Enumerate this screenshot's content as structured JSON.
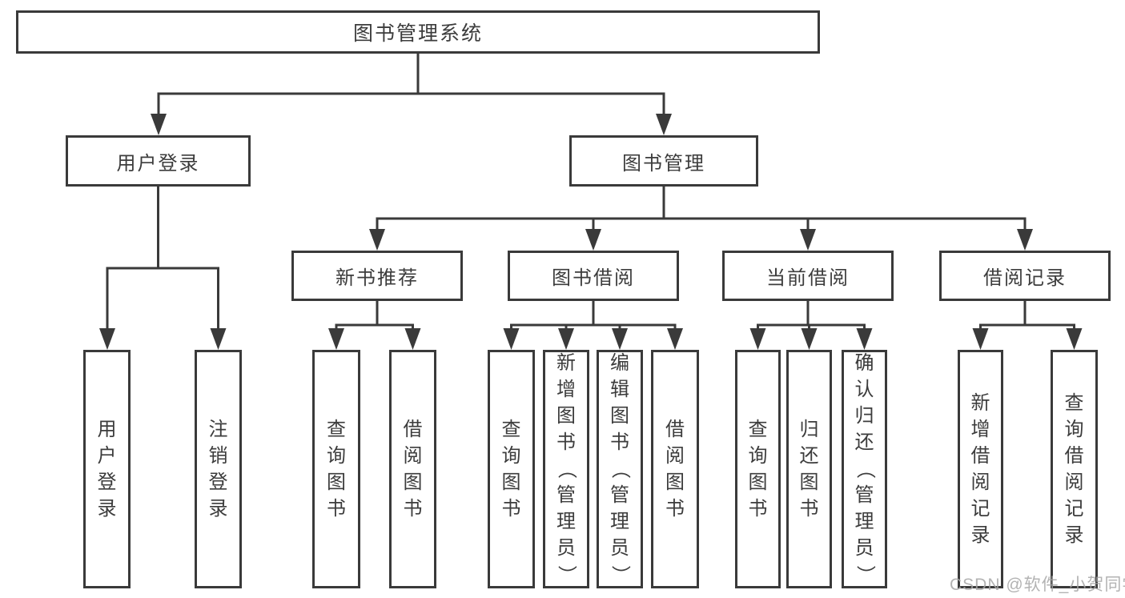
{
  "diagram_type": "hierarchy-tree",
  "colors": {
    "line": "#3a3a3a",
    "text": "#3c3c3c",
    "background": "#ffffff",
    "watermark": "#a6a6a6"
  },
  "watermark": "CSDN @软件_小贺同学",
  "tree": {
    "label": "图书管理系统",
    "children": [
      {
        "label": "用户登录",
        "children": [
          {
            "label": "用户登录"
          },
          {
            "label": "注销登录"
          }
        ]
      },
      {
        "label": "图书管理",
        "children": [
          {
            "label": "新书推荐",
            "children": [
              {
                "label": "查询图书"
              },
              {
                "label": "借阅图书"
              }
            ]
          },
          {
            "label": "图书借阅",
            "children": [
              {
                "label": "查询图书"
              },
              {
                "label": "新增图书（管理员）"
              },
              {
                "label": "编辑图书（管理员）"
              },
              {
                "label": "借阅图书"
              }
            ]
          },
          {
            "label": "当前借阅",
            "children": [
              {
                "label": "查询图书"
              },
              {
                "label": "归还图书"
              },
              {
                "label": "确认归还（管理员）"
              }
            ]
          },
          {
            "label": "借阅记录",
            "children": [
              {
                "label": "新增借阅记录"
              },
              {
                "label": "查询借阅记录"
              }
            ]
          }
        ]
      }
    ]
  }
}
